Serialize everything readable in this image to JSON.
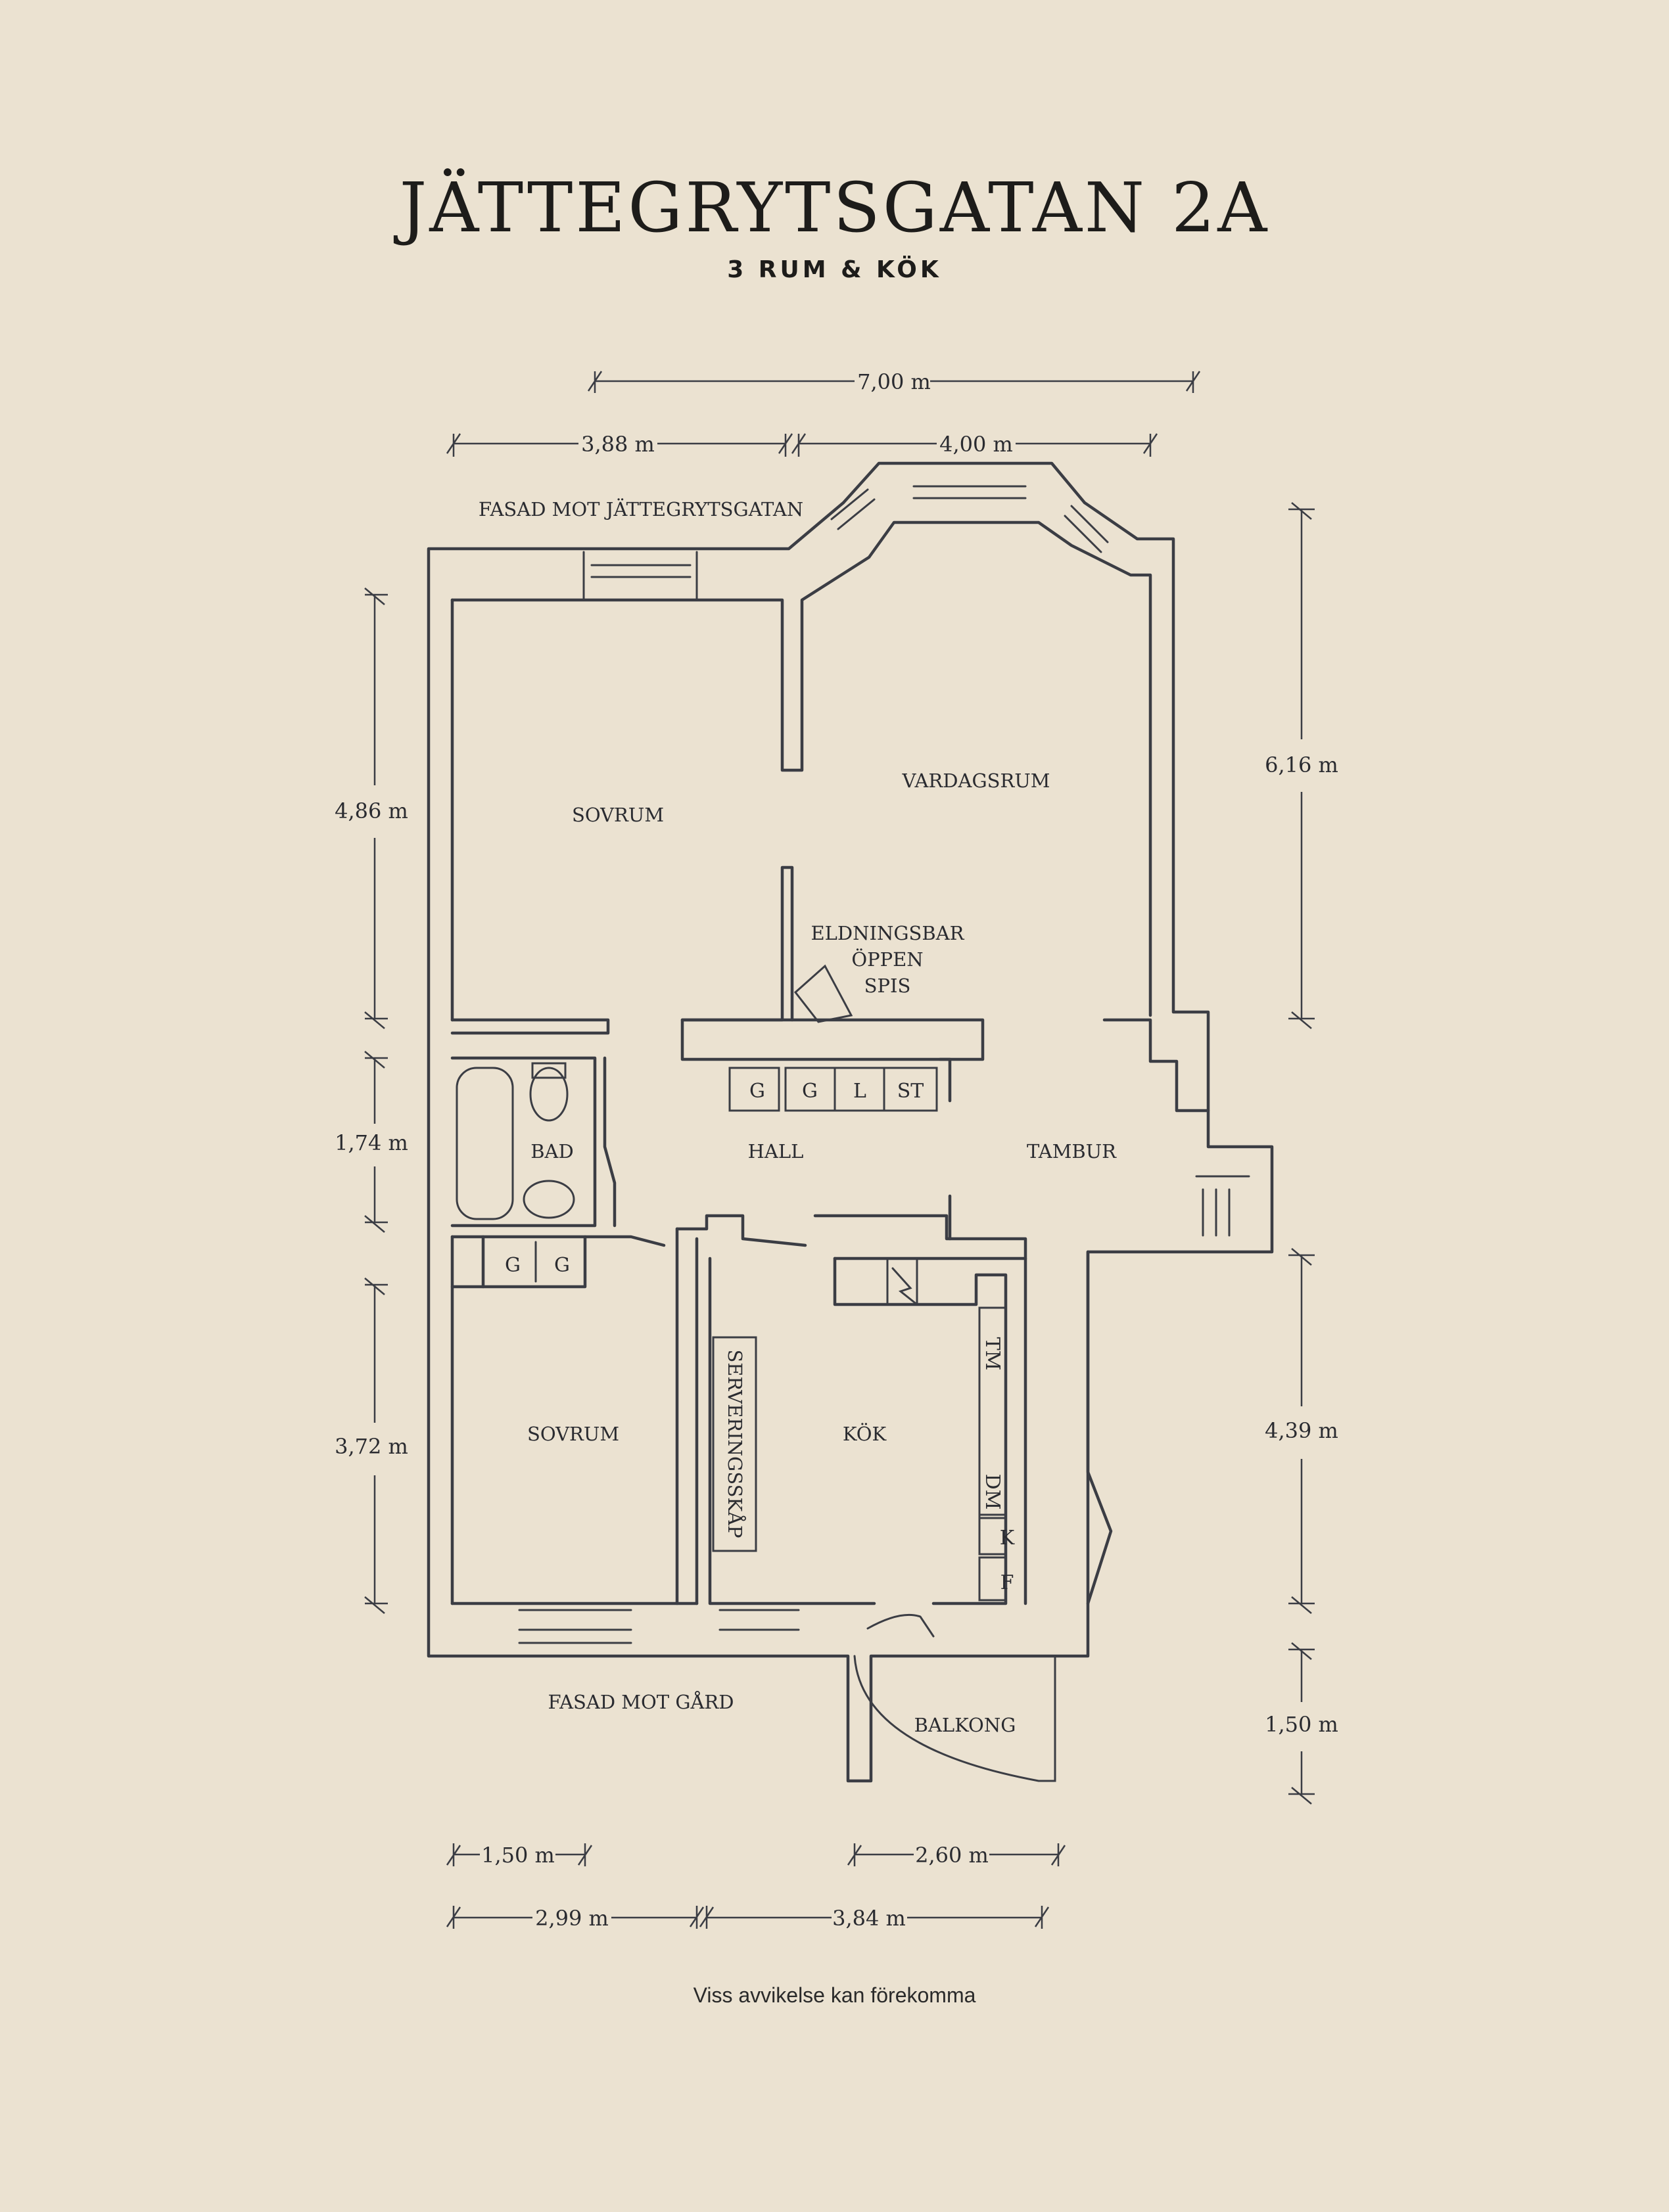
{
  "title": "JÄTTEGRYTSGATAN 2A",
  "subtitle": "3 RUM & KÖK",
  "disclaimer": "Viss avvikelse kan förekomma",
  "facades": {
    "top": "FASAD MOT JÄTTEGRYTSGATAN",
    "bottom": "FASAD MOT GÅRD"
  },
  "rooms": {
    "sovrum_top": "SOVRUM",
    "vardagsrum": "VARDAGSRUM",
    "fireplace": [
      "ELDNINGSBAR",
      "ÖPPEN",
      "SPIS"
    ],
    "bad": "BAD",
    "hall": "HALL",
    "tambur": "TAMBUR",
    "sovrum_bottom": "SOVRUM",
    "kok": "KÖK",
    "balkong": "BALKONG",
    "serveringsskap": "SERVERINGSSKÅP"
  },
  "storage": {
    "hall_closets": [
      "G",
      "G",
      "L",
      "ST"
    ],
    "bedroom_closets": [
      "G",
      "G"
    ],
    "kitchen_units": [
      "TM",
      "DM",
      "K",
      "F"
    ]
  },
  "dimensions": {
    "top_overall": "7,00 m",
    "top_left": "3,88 m",
    "top_right": "4,00 m",
    "left_1": "4,86 m",
    "left_2": "1,74 m",
    "left_3": "3,72 m",
    "right_1": "6,16 m",
    "right_2": "4,39 m",
    "right_3": "1,50 m",
    "bottom_1a": "1,50 m",
    "bottom_1b": "2,60 m",
    "bottom_2a": "2,99 m",
    "bottom_2b": "3,84 m"
  },
  "colors": {
    "background": "#ebe2d1",
    "ink": "#3b3d44",
    "text": "#1d1c1a"
  }
}
